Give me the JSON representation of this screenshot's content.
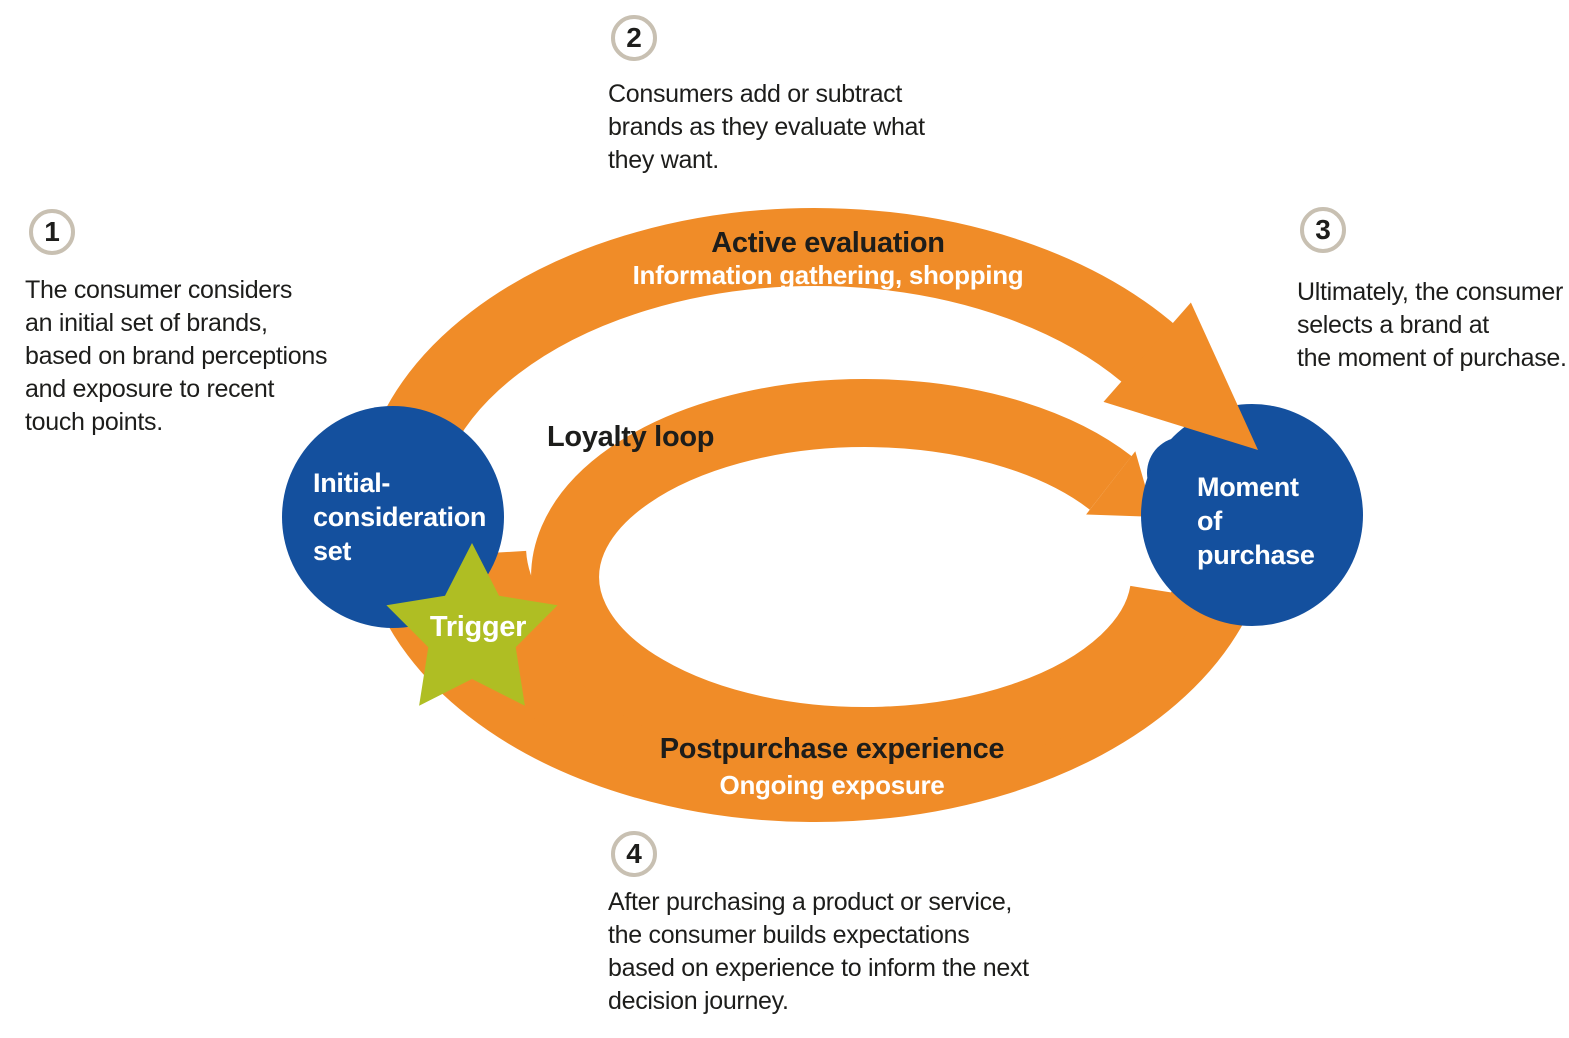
{
  "colors": {
    "orange": "#F08C28",
    "blue": "#14509E",
    "green": "#AFBE23",
    "badge_ring": "#C8C0B2",
    "text": "#1D1D1B",
    "white": "#FFFFFF"
  },
  "callouts": [
    {
      "number": "1",
      "lines": [
        "The consumer considers",
        "an initial set of brands,",
        "based on brand perceptions",
        "and exposure to recent",
        "touch points."
      ]
    },
    {
      "number": "2",
      "lines": [
        "Consumers add or subtract",
        "brands as they evaluate what",
        "they want."
      ]
    },
    {
      "number": "3",
      "lines": [
        "Ultimately, the consumer",
        "selects a brand at",
        "the moment of purchase."
      ]
    },
    {
      "number": "4",
      "lines": [
        "After purchasing a product or service,",
        "the consumer builds expectations",
        "based on experience to inform the next",
        "decision journey."
      ]
    }
  ],
  "loop": {
    "active_evaluation": {
      "title": "Active evaluation",
      "subtitle": "Information gathering, shopping"
    },
    "postpurchase": {
      "title": "Postpurchase experience",
      "subtitle": "Ongoing exposure"
    },
    "loyalty_label": "Loyalty loop"
  },
  "nodes": {
    "initial_consideration": {
      "lines": [
        "Initial-",
        "consideration",
        "set"
      ]
    },
    "moment_of_purchase": {
      "lines": [
        "Moment",
        "of",
        "purchase"
      ]
    },
    "trigger": {
      "label": "Trigger"
    }
  }
}
